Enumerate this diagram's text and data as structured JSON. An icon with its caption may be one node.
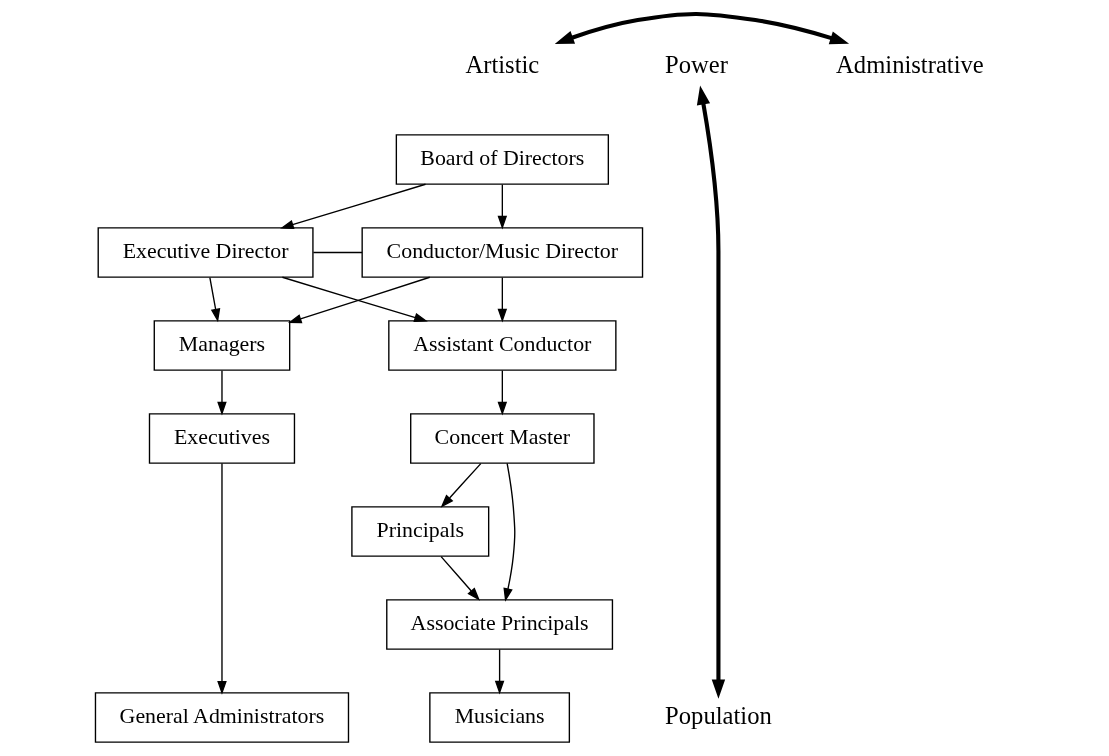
{
  "diagram": {
    "nodes": [
      {
        "text": [
          "Board of Directors"
        ]
      },
      {
        "text": [
          "Executive Director"
        ]
      },
      {
        "text": [
          "Conductor/Music Director"
        ]
      },
      {
        "text": [
          "Assistant Conductor"
        ]
      },
      {
        "text": [
          "Managers"
        ]
      },
      {
        "text": [
          "Concert Master"
        ]
      },
      {
        "text": [
          "Executives"
        ]
      },
      {
        "text": [
          "Principals"
        ]
      },
      {
        "text": [
          "Associate Principals"
        ]
      },
      {
        "text": [
          "General Administrators"
        ]
      },
      {
        "text": [
          "Musicians"
        ]
      },
      {
        "text": [
          "Administrative"
        ]
      },
      {
        "text": [
          "Artistic"
        ]
      },
      {
        "text": [
          "Power"
        ]
      },
      {
        "text": [
          "Population"
        ]
      }
    ],
    "edges": [
      {
        "from": 0,
        "to": 1,
        "arrow": "to"
      },
      {
        "from": 0,
        "to": 2,
        "arrow": "to"
      },
      {
        "from": 1,
        "to": 2,
        "arrow": "none"
      },
      {
        "from": 1,
        "to": 4,
        "arrow": "to"
      },
      {
        "from": 1,
        "to": 3,
        "arrow": "to"
      },
      {
        "from": 2,
        "to": 4,
        "arrow": "to"
      },
      {
        "from": 2,
        "to": 3,
        "arrow": "to"
      },
      {
        "from": 3,
        "to": 5,
        "arrow": "to"
      },
      {
        "from": 4,
        "to": 6,
        "arrow": "to"
      },
      {
        "from": 5,
        "to": 7,
        "arrow": "to"
      },
      {
        "from": 5,
        "to": 8,
        "arrow": "to"
      },
      {
        "from": 7,
        "to": 8,
        "arrow": "to"
      },
      {
        "from": 6,
        "to": 9,
        "arrow": "to"
      },
      {
        "from": 8,
        "to": 10,
        "arrow": "to"
      },
      {
        "from": 11,
        "to": 12,
        "arrow": "both",
        "style": "thick"
      },
      {
        "from": 13,
        "to": 14,
        "arrow": "both",
        "style": "thick"
      }
    ]
  }
}
